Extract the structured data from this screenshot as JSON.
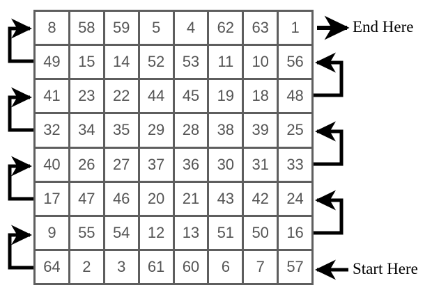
{
  "grid": {
    "rows": 8,
    "columns": 8,
    "border_color": "#5e5e5e",
    "cell_bg": "#ffffff",
    "number_color": "#555555",
    "values": [
      [
        8,
        58,
        59,
        5,
        4,
        62,
        63,
        1
      ],
      [
        49,
        15,
        14,
        52,
        53,
        11,
        10,
        56
      ],
      [
        41,
        23,
        22,
        44,
        45,
        19,
        18,
        48
      ],
      [
        32,
        34,
        35,
        29,
        28,
        38,
        39,
        25
      ],
      [
        40,
        26,
        27,
        37,
        36,
        30,
        31,
        33
      ],
      [
        17,
        47,
        46,
        20,
        21,
        43,
        42,
        24
      ],
      [
        9,
        55,
        54,
        12,
        13,
        51,
        50,
        16
      ],
      [
        64,
        2,
        3,
        61,
        60,
        6,
        7,
        57
      ]
    ]
  },
  "annotations": {
    "end_label": "End Here",
    "start_label": "Start Here",
    "arrow_color": "#000000"
  }
}
